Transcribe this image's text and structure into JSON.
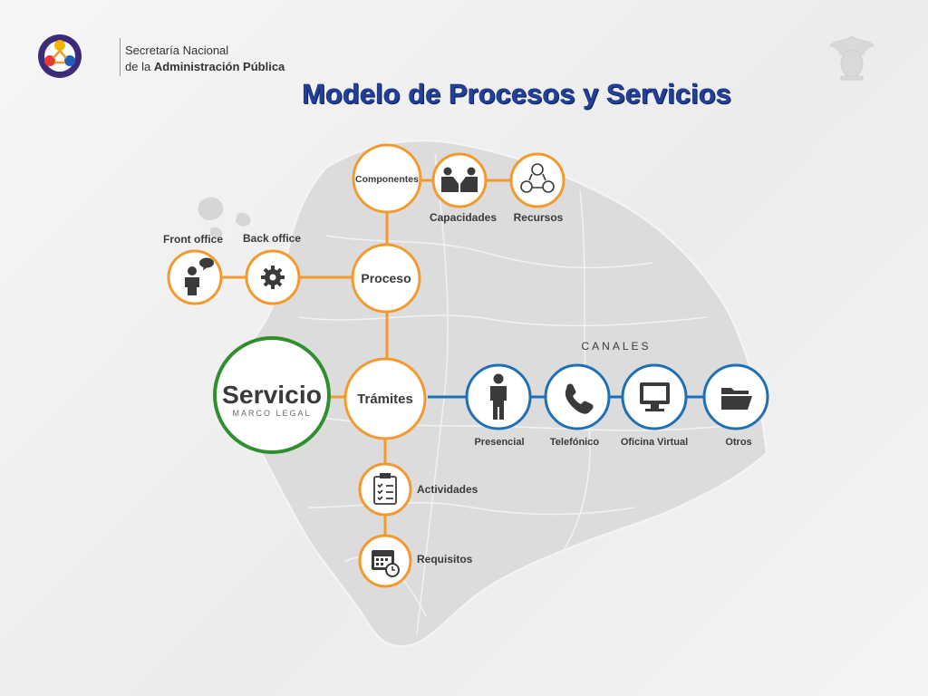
{
  "header": {
    "org_line1": "Secretaría Nacional",
    "org_line2_prefix": "de la ",
    "org_line2_bold": "Administración Pública",
    "title": "Modelo de Procesos y Servicios"
  },
  "diagram": {
    "center": {
      "title": "Servicio",
      "subtitle": "MARCO LEGAL"
    },
    "proceso": "Proceso",
    "componentes": "Componentes",
    "capacidades": "Capacidades",
    "recursos": "Recursos",
    "front_office": "Front office",
    "back_office": "Back office",
    "tramites": "Trámites",
    "actividades": "Actividades",
    "requisitos": "Requisitos",
    "canales_title": "CANALES",
    "canales": [
      "Presencial",
      "Telefónico",
      "Oficina Virtual",
      "Otros"
    ]
  },
  "colors": {
    "orange": "#f29a2e",
    "blue": "#1f6fb5",
    "green": "#2f8f2f",
    "title_blue": "#23409a",
    "icon_dark": "#3a3a3a",
    "map_fill": "#dcdcdc"
  }
}
